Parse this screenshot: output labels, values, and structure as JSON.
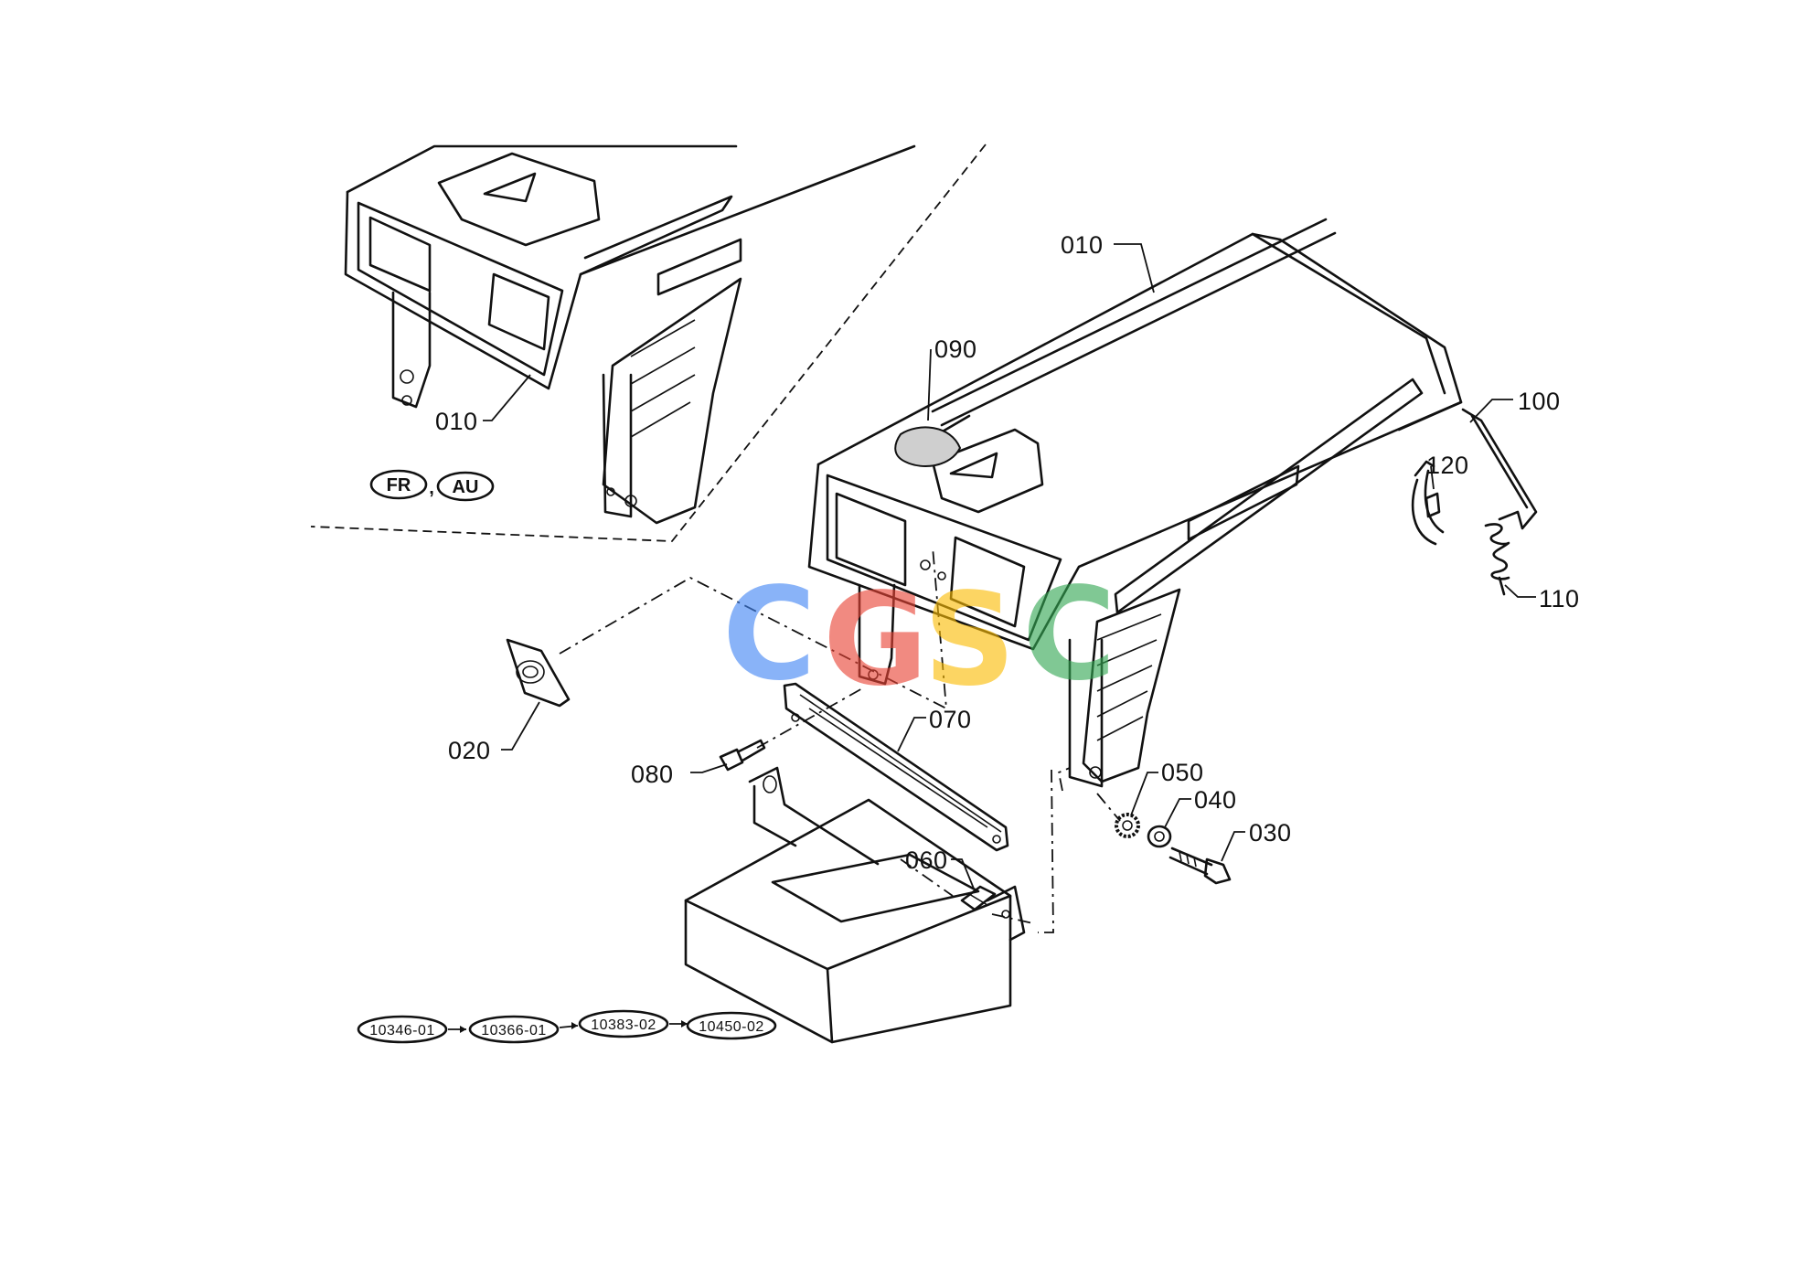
{
  "labels": {
    "p010_top": "010",
    "p010_inset": "010",
    "p020": "020",
    "p030": "030",
    "p040": "040",
    "p050": "050",
    "p060": "060",
    "p070": "070",
    "p080": "080",
    "p090": "090",
    "p100": "100",
    "p110": "110",
    "p120": "120"
  },
  "region_codes": [
    "FR",
    "AU"
  ],
  "region_separator": ",",
  "serial_codes": [
    "10346-01",
    "10366-01",
    "10383-02",
    "10450-02"
  ],
  "watermark": {
    "letters": [
      "C",
      "G",
      "S",
      "C"
    ],
    "colors": [
      "#4285F4",
      "#EA4335",
      "#FBBC05",
      "#34A853"
    ]
  }
}
